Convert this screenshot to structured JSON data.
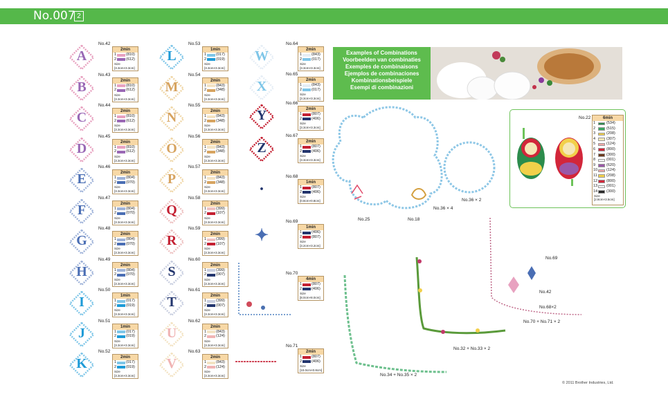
{
  "header": {
    "title": "No.007",
    "badge": "2"
  },
  "colors": {
    "accent_green": "#55b84a",
    "card_border": "#b59564",
    "card_header": "#f7d8a6"
  },
  "size_label": "Size",
  "patterns": [
    {
      "no": "No.42",
      "letter": "A",
      "time": "2min",
      "threads": [
        {
          "n": "1",
          "code": "(810)",
          "color": "#e8a2c0"
        },
        {
          "n": "2",
          "code": "(612)",
          "color": "#9a68b5"
        }
      ],
      "size": "[3.3cm×3.3cm]",
      "glyph_color": "#9a68b5",
      "frame_color": "#e8a2c0"
    },
    {
      "no": "No.43",
      "letter": "B",
      "time": "2min",
      "threads": [
        {
          "n": "1",
          "code": "(810)",
          "color": "#e8a2c0"
        },
        {
          "n": "2",
          "code": "(612)",
          "color": "#9a68b5"
        }
      ],
      "size": "[3.3cm×3.3cm]",
      "glyph_color": "#9a68b5",
      "frame_color": "#e8a2c0"
    },
    {
      "no": "No.44",
      "letter": "C",
      "time": "2min",
      "threads": [
        {
          "n": "1",
          "code": "(810)",
          "color": "#e8a2c0"
        },
        {
          "n": "2",
          "code": "(612)",
          "color": "#9a68b5"
        }
      ],
      "size": "[3.3cm×3.3cm]",
      "glyph_color": "#9a68b5",
      "frame_color": "#e8a2c0"
    },
    {
      "no": "No.45",
      "letter": "D",
      "time": "2min",
      "threads": [
        {
          "n": "1",
          "code": "(810)",
          "color": "#e8a2c0"
        },
        {
          "n": "2",
          "code": "(612)",
          "color": "#9a68b5"
        }
      ],
      "size": "[3.3cm×3.3cm]",
      "glyph_color": "#9a68b5",
      "frame_color": "#e8a2c0"
    },
    {
      "no": "No.46",
      "letter": "E",
      "time": "2min",
      "threads": [
        {
          "n": "1",
          "code": "(804)",
          "color": "#9fb3d9"
        },
        {
          "n": "2",
          "code": "(070)",
          "color": "#4a6eb4"
        }
      ],
      "size": "[3.3cm×3.3cm]",
      "glyph_color": "#4a6eb4",
      "frame_color": "#9fb3d9"
    },
    {
      "no": "No.47",
      "letter": "F",
      "time": "2min",
      "threads": [
        {
          "n": "1",
          "code": "(804)",
          "color": "#9fb3d9"
        },
        {
          "n": "2",
          "code": "(070)",
          "color": "#4a6eb4"
        }
      ],
      "size": "[3.3cm×3.3cm]",
      "glyph_color": "#4a6eb4",
      "frame_color": "#9fb3d9"
    },
    {
      "no": "No.48",
      "letter": "G",
      "time": "2min",
      "threads": [
        {
          "n": "1",
          "code": "(804)",
          "color": "#9fb3d9"
        },
        {
          "n": "2",
          "code": "(070)",
          "color": "#4a6eb4"
        }
      ],
      "size": "[3.3cm×3.3cm]",
      "glyph_color": "#4a6eb4",
      "frame_color": "#9fb3d9"
    },
    {
      "no": "No.49",
      "letter": "H",
      "time": "2min",
      "threads": [
        {
          "n": "1",
          "code": "(804)",
          "color": "#9fb3d9"
        },
        {
          "n": "2",
          "code": "(070)",
          "color": "#4a6eb4"
        }
      ],
      "size": "[3.3cm×3.3cm]",
      "glyph_color": "#4a6eb4",
      "frame_color": "#9fb3d9"
    },
    {
      "no": "No.50",
      "letter": "I",
      "time": "1min",
      "threads": [
        {
          "n": "1",
          "code": "(017)",
          "color": "#7fc6e8"
        },
        {
          "n": "2",
          "code": "(019)",
          "color": "#1e9bd7"
        }
      ],
      "size": "[3.3cm×3.3cm]",
      "glyph_color": "#1e9bd7",
      "frame_color": "#7fc6e8"
    },
    {
      "no": "No.51",
      "letter": "J",
      "time": "1min",
      "threads": [
        {
          "n": "1",
          "code": "(017)",
          "color": "#7fc6e8"
        },
        {
          "n": "2",
          "code": "(019)",
          "color": "#1e9bd7"
        }
      ],
      "size": "[3.3cm×3.3cm]",
      "glyph_color": "#1e9bd7",
      "frame_color": "#7fc6e8"
    },
    {
      "no": "No.52",
      "letter": "K",
      "time": "2min",
      "threads": [
        {
          "n": "1",
          "code": "(017)",
          "color": "#7fc6e8"
        },
        {
          "n": "2",
          "code": "(019)",
          "color": "#1e9bd7"
        }
      ],
      "size": "[3.3cm×3.3cm]",
      "glyph_color": "#1e9bd7",
      "frame_color": "#7fc6e8"
    },
    {
      "no": "No.53",
      "letter": "L",
      "time": "1min",
      "threads": [
        {
          "n": "1",
          "code": "(017)",
          "color": "#7fc6e8"
        },
        {
          "n": "2",
          "code": "(019)",
          "color": "#1e9bd7"
        }
      ],
      "size": "[3.3cm×3.3cm]",
      "glyph_color": "#1e9bd7",
      "frame_color": "#7fc6e8"
    },
    {
      "no": "No.54",
      "letter": "M",
      "time": "2min",
      "threads": [
        {
          "n": "1",
          "code": "(843)",
          "color": "#f3e3c3"
        },
        {
          "n": "2",
          "code": "(348)",
          "color": "#d7a460"
        }
      ],
      "size": "[3.3cm×3.3cm]",
      "glyph_color": "#d7a460",
      "frame_color": "#f0d7a8"
    },
    {
      "no": "No.55",
      "letter": "N",
      "time": "2min",
      "threads": [
        {
          "n": "1",
          "code": "(843)",
          "color": "#f3e3c3"
        },
        {
          "n": "2",
          "code": "(348)",
          "color": "#d7a460"
        }
      ],
      "size": "[3.3cm×3.3cm]",
      "glyph_color": "#d7a460",
      "frame_color": "#f0d7a8"
    },
    {
      "no": "No.56",
      "letter": "O",
      "time": "2min",
      "threads": [
        {
          "n": "1",
          "code": "(843)",
          "color": "#f3e3c3"
        },
        {
          "n": "2",
          "code": "(348)",
          "color": "#d7a460"
        }
      ],
      "size": "[3.3cm×3.3cm]",
      "glyph_color": "#d7a460",
      "frame_color": "#f0d7a8"
    },
    {
      "no": "No.57",
      "letter": "P",
      "time": "2min",
      "threads": [
        {
          "n": "1",
          "code": "(843)",
          "color": "#f3e3c3"
        },
        {
          "n": "2",
          "code": "(348)",
          "color": "#d7a460"
        }
      ],
      "size": "[3.3cm×3.3cm]",
      "glyph_color": "#d7a460",
      "frame_color": "#f0d7a8"
    },
    {
      "no": "No.58",
      "letter": "Q",
      "time": "2min",
      "threads": [
        {
          "n": "1",
          "code": "(399)",
          "color": "#eec2c2"
        },
        {
          "n": "2",
          "code": "(107)",
          "color": "#c42032"
        }
      ],
      "size": "[3.3cm×3.3cm]",
      "glyph_color": "#c42032",
      "frame_color": "#eec2c2"
    },
    {
      "no": "No.59",
      "letter": "R",
      "time": "2min",
      "threads": [
        {
          "n": "1",
          "code": "(399)",
          "color": "#eec2c2"
        },
        {
          "n": "2",
          "code": "(107)",
          "color": "#c42032"
        }
      ],
      "size": "[3.3cm×3.3cm]",
      "glyph_color": "#c42032",
      "frame_color": "#eec2c2"
    },
    {
      "no": "No.60",
      "letter": "S",
      "time": "2min",
      "threads": [
        {
          "n": "1",
          "code": "(399)",
          "color": "#c9cfe0"
        },
        {
          "n": "2",
          "code": "(007)",
          "color": "#23366e"
        }
      ],
      "size": "[3.3cm×3.3cm]",
      "glyph_color": "#23366e",
      "frame_color": "#c9cfe0"
    },
    {
      "no": "No.61",
      "letter": "T",
      "time": "2min",
      "threads": [
        {
          "n": "1",
          "code": "(399)",
          "color": "#c9cfe0"
        },
        {
          "n": "2",
          "code": "(007)",
          "color": "#23366e"
        }
      ],
      "size": "[3.3cm×3.3cm]",
      "glyph_color": "#23366e",
      "frame_color": "#c9cfe0"
    },
    {
      "no": "No.62",
      "letter": "U",
      "time": "2min",
      "threads": [
        {
          "n": "1",
          "code": "(843)",
          "color": "#f3e3c3"
        },
        {
          "n": "2",
          "code": "(124)",
          "color": "#f0b4b4"
        }
      ],
      "size": "[3.3cm×3.3cm]",
      "glyph_color": "#f0b4b4",
      "frame_color": "#f3e3c3"
    },
    {
      "no": "No.63",
      "letter": "V",
      "time": "2min",
      "threads": [
        {
          "n": "1",
          "code": "(843)",
          "color": "#f3e3c3"
        },
        {
          "n": "2",
          "code": "(124)",
          "color": "#f0b4b4"
        }
      ],
      "size": "[3.3cm×3.3cm]",
      "glyph_color": "#f0b4b4",
      "frame_color": "#f3e3c3"
    },
    {
      "no": "No.64",
      "letter": "W",
      "time": "2min",
      "threads": [
        {
          "n": "1",
          "code": "(843)",
          "color": "#e6eef6"
        },
        {
          "n": "2",
          "code": "(017)",
          "color": "#7fc6e8"
        }
      ],
      "size": "[3.3cm×3.3cm]",
      "glyph_color": "#7fc6e8",
      "frame_color": "#e6eef6"
    },
    {
      "no": "No.65",
      "letter": "X",
      "time": "2min",
      "threads": [
        {
          "n": "1",
          "code": "(843)",
          "color": "#e6eef6"
        },
        {
          "n": "2",
          "code": "(017)",
          "color": "#7fc6e8"
        }
      ],
      "size": "[3.3cm×3.3cm]",
      "glyph_color": "#7fc6e8",
      "frame_color": "#e6eef6"
    },
    {
      "no": "No.66",
      "letter": "Y",
      "time": "2min",
      "threads": [
        {
          "n": "1",
          "code": "(807)",
          "color": "#c42032"
        },
        {
          "n": "2",
          "code": "(406)",
          "color": "#23366e"
        }
      ],
      "size": "[3.3cm×3.3cm]",
      "glyph_color": "#23366e",
      "frame_color": "#c42032"
    },
    {
      "no": "No.67",
      "letter": "Z",
      "time": "2min",
      "threads": [
        {
          "n": "1",
          "code": "(807)",
          "color": "#c42032"
        },
        {
          "n": "2",
          "code": "(406)",
          "color": "#23366e"
        }
      ],
      "size": "[3.3cm×3.3cm]",
      "glyph_color": "#23366e",
      "frame_color": "#c42032"
    },
    {
      "no": "No.68",
      "letter": "·",
      "time": "1min",
      "threads": [
        {
          "n": "1",
          "code": "(807)",
          "color": "#c42032"
        },
        {
          "n": "2",
          "code": "(406)",
          "color": "#23366e"
        }
      ],
      "size": "[0.8cm×0.8cm]",
      "glyph_color": "#23366e",
      "frame_color": "#c42032"
    },
    {
      "no": "No.69",
      "letter": "✦",
      "time": "1min",
      "threads": [
        {
          "n": "1",
          "code": "(406)",
          "color": "#23366e"
        },
        {
          "n": "2",
          "code": "(807)",
          "color": "#c42032"
        }
      ],
      "size": "[3.2cm×3.2cm]",
      "glyph_color": "#4a6eb4",
      "frame_color": "#c42032"
    },
    {
      "no": "No.70",
      "letter": "",
      "time": "4min",
      "threads": [
        {
          "n": "1",
          "code": "(807)",
          "color": "#c42032"
        },
        {
          "n": "2",
          "code": "(406)",
          "color": "#23366e"
        }
      ],
      "size": "[8.0cm×8.0cm]",
      "glyph_color": "#4a6eb4",
      "frame_color": "#c42032"
    },
    {
      "no": "No.71",
      "letter": "",
      "time": "2min",
      "threads": [
        {
          "n": "1",
          "code": "(807)",
          "color": "#c42032"
        },
        {
          "n": "2",
          "code": "(406)",
          "color": "#23366e"
        }
      ],
      "size": "[10.0cm×0.8cm]",
      "glyph_color": "#4a6eb4",
      "frame_color": "#c42032"
    }
  ],
  "combinations": {
    "lines": [
      "Examples of Combinations",
      "Voorbeelden van combinaties",
      "Exemples de combinaisons",
      "Ejemplos de combinaciones",
      "Kombinationsbeispiele",
      "Esempi di combinazioni"
    ],
    "labels": {
      "no25": "No.25",
      "no18": "No.18",
      "no36x4": "No.36 × 4",
      "no36x2": "No.36 × 2",
      "no34_35": "No.34 + No.35 × 2",
      "no32_33": "No.32 + No.33 × 2",
      "no69": "No.69",
      "no42": "No.42",
      "no68x2": "No.68×2",
      "no70_71": "No.70 + No.71 × 2"
    }
  },
  "matryoshka": {
    "no": "No.22",
    "time": "6min",
    "threads": [
      {
        "n": "1",
        "code": "(534)",
        "color": "#2c8c4c"
      },
      {
        "n": "2",
        "code": "(515)",
        "color": "#3aa860"
      },
      {
        "n": "3",
        "code": "(208)",
        "color": "#f2d04a"
      },
      {
        "n": "4",
        "code": "(307)",
        "color": "#f5e7b6"
      },
      {
        "n": "5",
        "code": "(124)",
        "color": "#f0a8a8"
      },
      {
        "n": "6",
        "code": "(800)",
        "color": "#d2263a"
      },
      {
        "n": "7",
        "code": "(300)",
        "color": "#6b3b1f"
      },
      {
        "n": "8",
        "code": "(001)",
        "color": "#f6f6f6"
      },
      {
        "n": "9",
        "code": "(620)",
        "color": "#9a58a8"
      },
      {
        "n": "10",
        "code": "(124)",
        "color": "#f0a8a8"
      },
      {
        "n": "11",
        "code": "(208)",
        "color": "#f2d04a"
      },
      {
        "n": "12",
        "code": "(800)",
        "color": "#d2263a"
      },
      {
        "n": "13",
        "code": "(001)",
        "color": "#f6f6f6"
      },
      {
        "n": "14",
        "code": "(300)",
        "color": "#2a2a2a"
      }
    ],
    "size": "[2.8cm×3.5cm]"
  },
  "copyright": "© 2011 Brother Industries, Ltd."
}
